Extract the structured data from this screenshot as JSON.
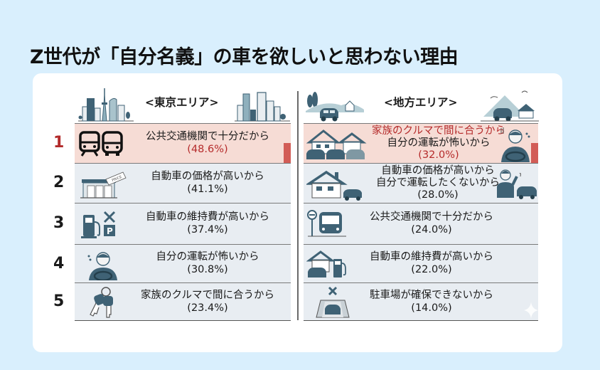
{
  "title": "Z世代が「自分名義」の車を欲しいと思わない理由",
  "colors": {
    "background": "#d9effd",
    "card": "#ffffff",
    "row_default": "#e8edf2",
    "row_highlight": "#f6dcd5",
    "accent_red": "#b52b2b",
    "bar_red": "#d25c56",
    "icon_slate": "#3f6275"
  },
  "tokyo": {
    "header": "<東京エリア>",
    "header_icons": [
      "city-skyline-icon",
      "city-buildings-icon"
    ],
    "rows": [
      {
        "rank": "1",
        "reason": "公共交通機関で十分だから",
        "percent": "(48.6%)",
        "icon": "train-bus-icon",
        "highlight": true
      },
      {
        "rank": "2",
        "reason": "自動車の価格が高いから",
        "percent": "(41.1%)",
        "icon": "car-dealer-price-icon",
        "highlight": false
      },
      {
        "rank": "3",
        "reason": "自動車の維持費が高いから",
        "percent": "(37.4%)",
        "icon": "gas-tools-parking-icon",
        "highlight": false
      },
      {
        "rank": "4",
        "reason": "自分の運転が怖いから",
        "percent": "(30.8%)",
        "icon": "nervous-driver-icon",
        "highlight": false
      },
      {
        "rank": "5",
        "reason": "家族のクルマで間に合うから",
        "percent": "(23.4%)",
        "icon": "car-keys-icon",
        "highlight": false
      }
    ]
  },
  "rural": {
    "header": "<地方エリア>",
    "header_icons": [
      "countryside-car-icon",
      "mountain-house-car-icon"
    ],
    "rows": [
      {
        "reason_line1": "家族のクルマで間に合うから",
        "reason_line2": "自分の運転が怖いから",
        "percent": "(32.0%)",
        "icon": "houses-cars-icon",
        "icon2": "nervous-driver-icon",
        "highlight": true
      },
      {
        "reason_line1": "自動車の価格が高いから",
        "reason_line2": "自分で運転したくないから",
        "percent": "(28.0%)",
        "icon": "house-car-icon",
        "icon2": "person-waving-car-icon",
        "highlight": false
      },
      {
        "reason_line1": "公共交通機関で十分だから",
        "reason_line2": "",
        "percent": "(24.0%)",
        "icon": "bus-stop-icon",
        "highlight": false
      },
      {
        "reason_line1": "自動車の維持費が高いから",
        "reason_line2": "",
        "percent": "(22.0%)",
        "icon": "house-car-gas-icon",
        "highlight": false
      },
      {
        "reason_line1": "駐車場が確保できないから",
        "reason_line2": "",
        "percent": "(14.0%)",
        "icon": "no-parking-space-icon",
        "highlight": false
      }
    ]
  }
}
